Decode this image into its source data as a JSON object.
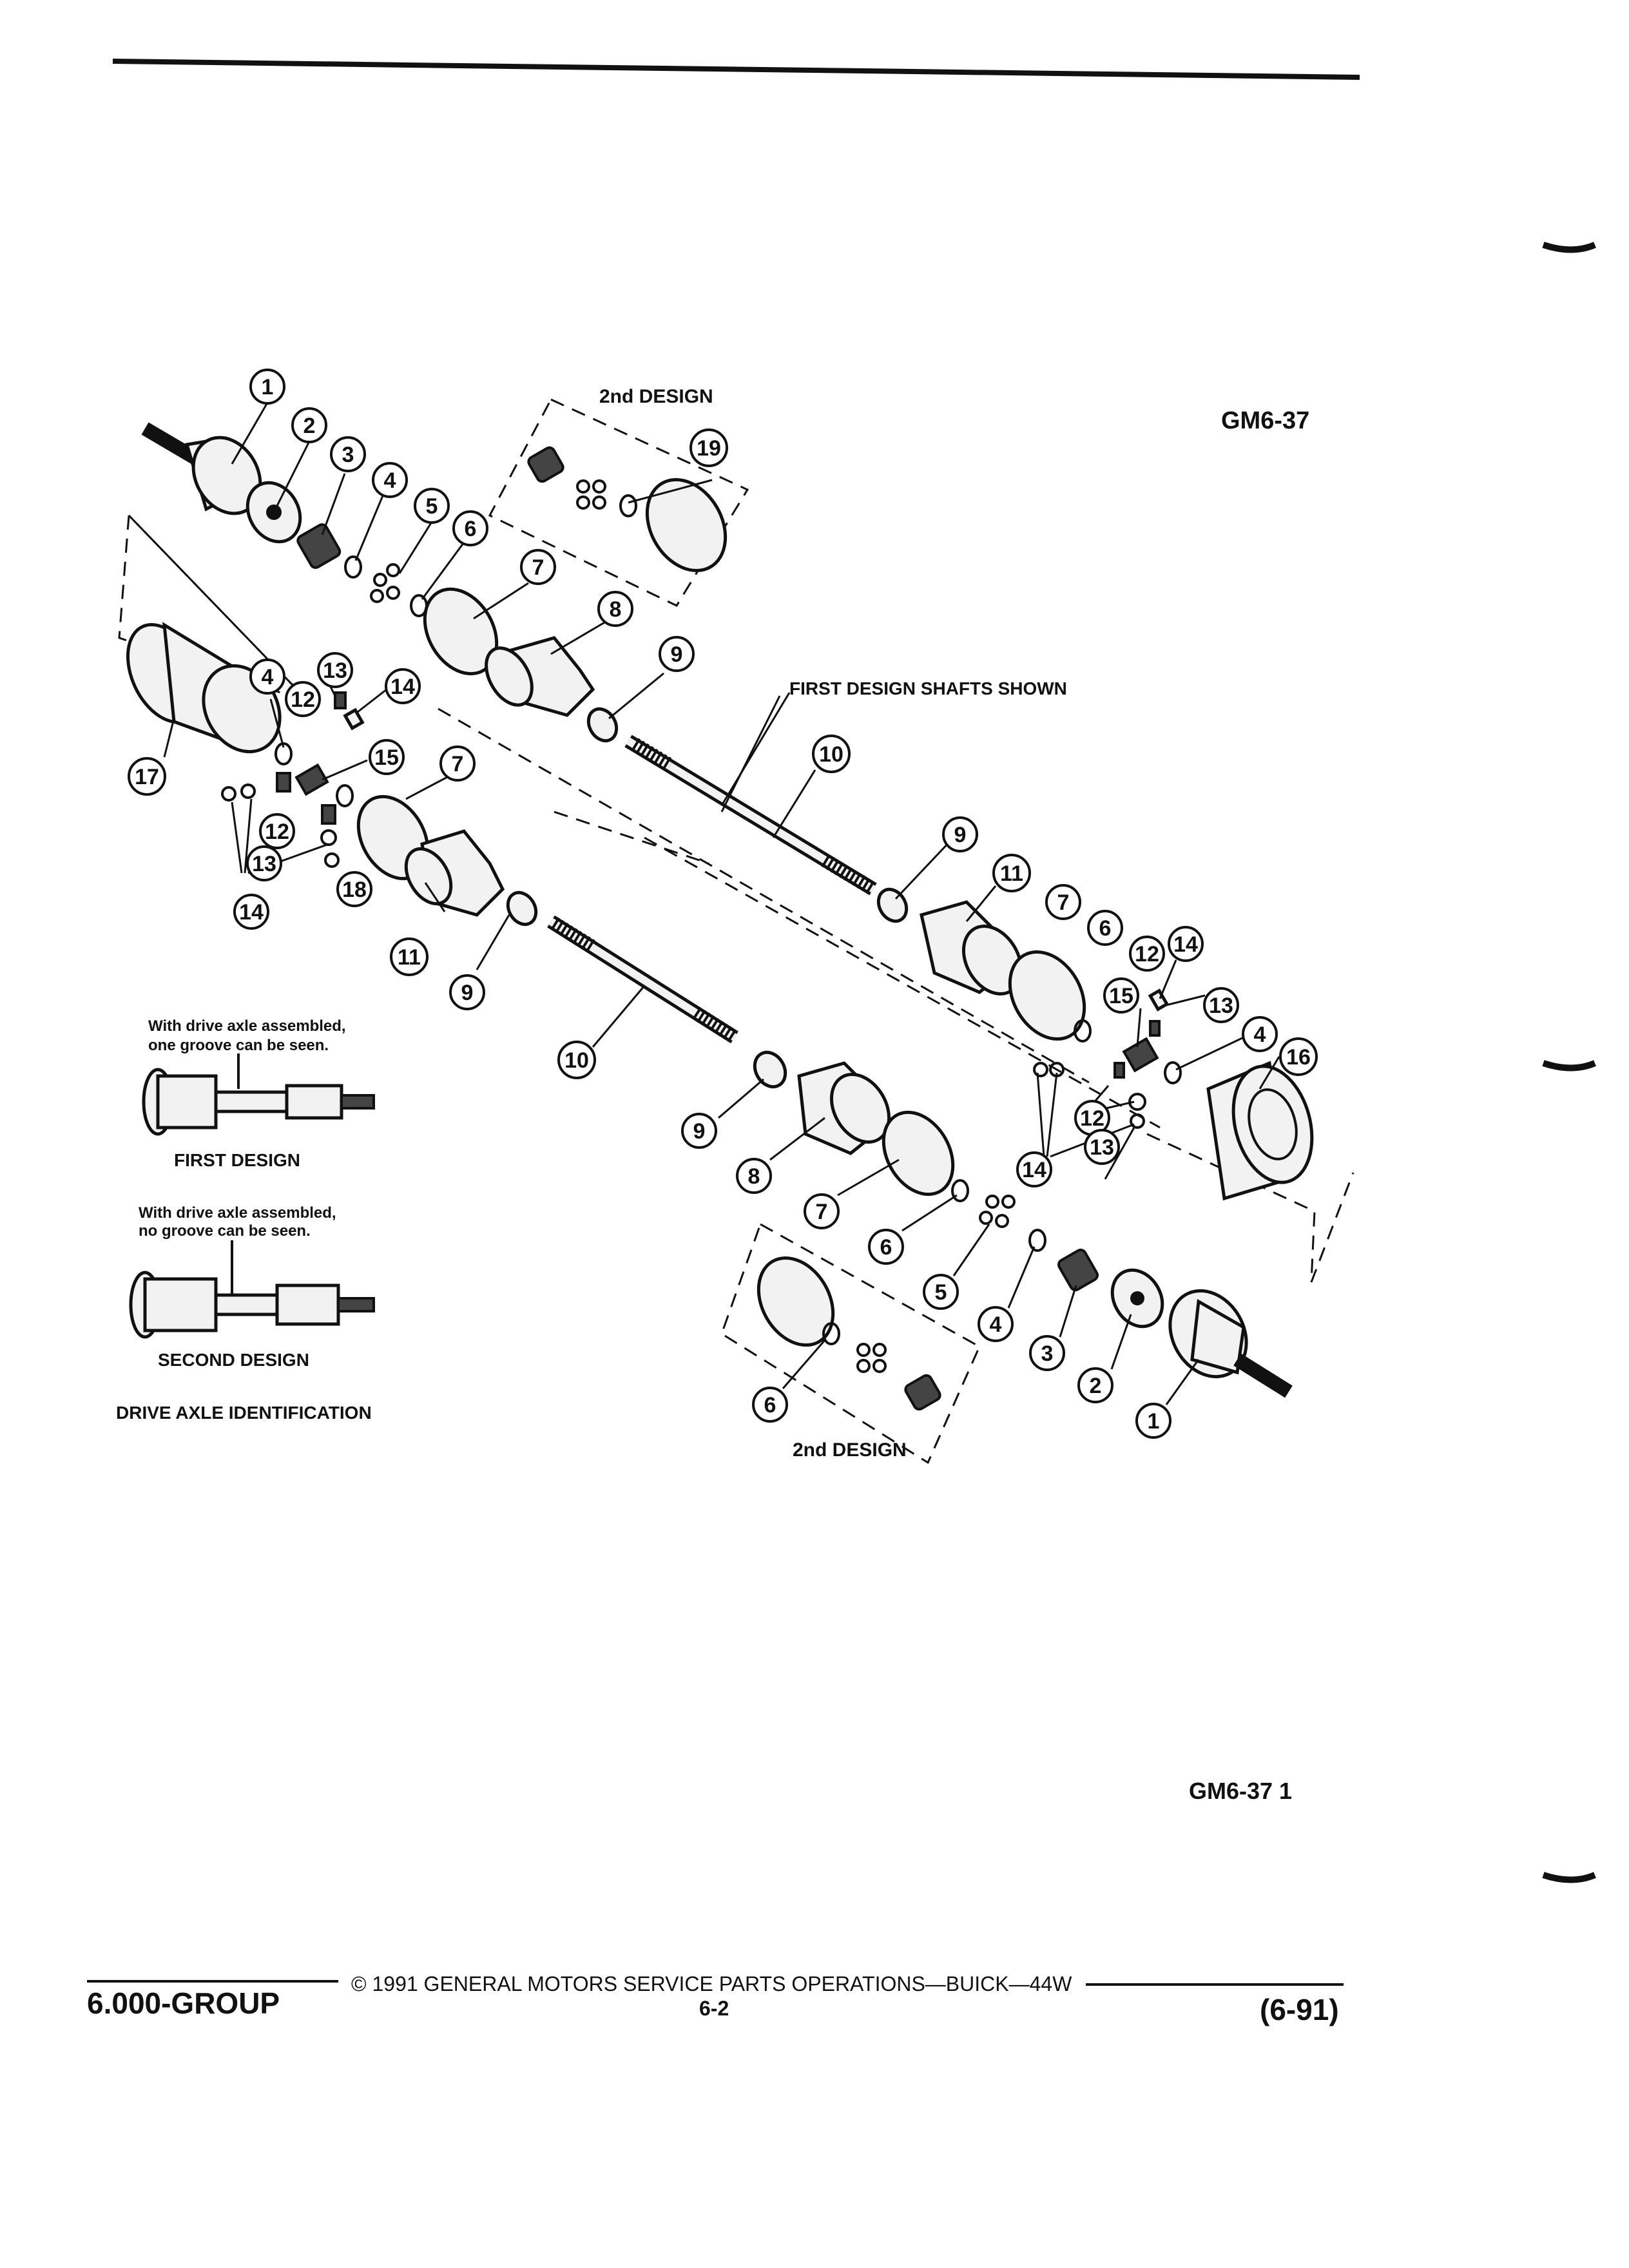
{
  "header": {
    "figure_code": "GM6-37"
  },
  "labels": {
    "second_design_top": "2nd DESIGN",
    "second_design_bottom": "2nd DESIGN",
    "shafts_note": "FIRST DESIGN SHAFTS SHOWN",
    "first_note_line1": "With drive axle assembled,",
    "first_note_line2": "one groove can be seen.",
    "first_design": "FIRST DESIGN",
    "second_note_line1": "With drive axle assembled,",
    "second_note_line2": "no groove can be seen.",
    "second_design": "SECOND DESIGN",
    "identification": "DRIVE AXLE IDENTIFICATION"
  },
  "callouts": {
    "c1": "1",
    "c2": "2",
    "c3": "3",
    "c4": "4",
    "c5": "5",
    "c6": "6",
    "c7": "7",
    "c8": "8",
    "c9": "9",
    "c10": "10",
    "c11": "11",
    "c12": "12",
    "c13": "13",
    "c14": "14",
    "c15": "15",
    "c16": "16",
    "c17": "17",
    "c18": "18",
    "c19": "19"
  },
  "footer": {
    "figure_id": "GM6-37  1",
    "group": "6.000-GROUP",
    "copyright": "©  1991  GENERAL MOTORS SERVICE PARTS OPERATIONS—BUICK—44W",
    "page": "6-2",
    "date": "(6-91)"
  }
}
